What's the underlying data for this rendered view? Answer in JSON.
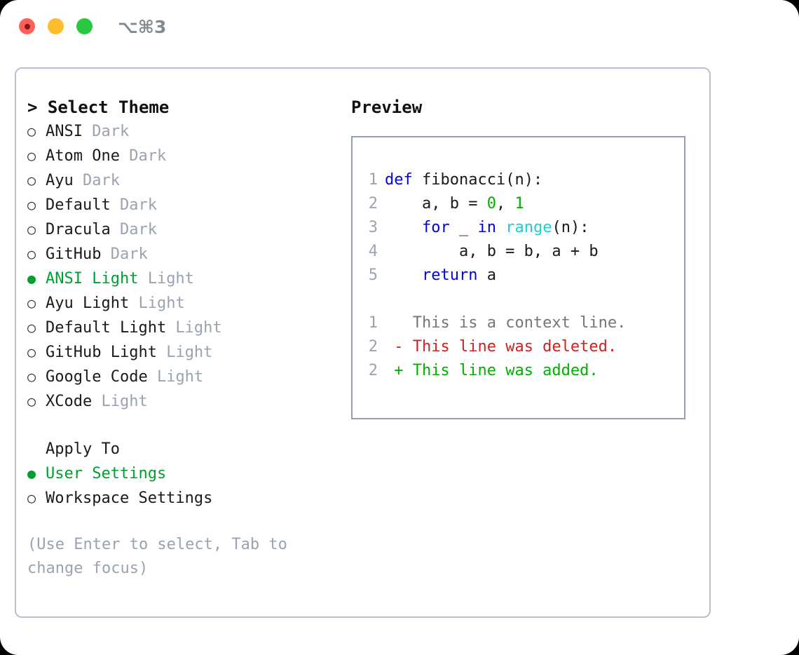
{
  "window": {
    "title": "⌥⌘3",
    "traffic_lights": [
      "close-red",
      "minimize-yellow",
      "maximize-green"
    ]
  },
  "theme_picker": {
    "heading": "> Select Theme",
    "themes": [
      {
        "label": "ANSI",
        "badge": "Dark",
        "selected": false
      },
      {
        "label": "Atom One",
        "badge": "Dark",
        "selected": false
      },
      {
        "label": "Ayu",
        "badge": "Dark",
        "selected": false
      },
      {
        "label": "Default",
        "badge": "Dark",
        "selected": false
      },
      {
        "label": "Dracula",
        "badge": "Dark",
        "selected": false
      },
      {
        "label": "GitHub",
        "badge": "Dark",
        "selected": false
      },
      {
        "label": "ANSI Light",
        "badge": "Light",
        "selected": true
      },
      {
        "label": "Ayu Light",
        "badge": "Light",
        "selected": false
      },
      {
        "label": "Default Light",
        "badge": "Light",
        "selected": false
      },
      {
        "label": "GitHub Light",
        "badge": "Light",
        "selected": false
      },
      {
        "label": "Google Code",
        "badge": "Light",
        "selected": false
      },
      {
        "label": "XCode",
        "badge": "Light",
        "selected": false
      }
    ],
    "bullet_on": "●",
    "bullet_off": "○"
  },
  "apply_to": {
    "label": "Apply To",
    "options": [
      {
        "label": "User Settings",
        "selected": true
      },
      {
        "label": "Workspace Settings",
        "selected": false
      }
    ]
  },
  "hint": "(Use Enter to select, Tab to change focus)",
  "preview": {
    "title": "Preview",
    "code_lines": [
      {
        "no": "1",
        "segments": [
          {
            "t": "def",
            "c": "kw"
          },
          {
            "t": " fibonacci(n):",
            "c": ""
          }
        ]
      },
      {
        "no": "2",
        "segments": [
          {
            "t": "    a, b = ",
            "c": ""
          },
          {
            "t": "0",
            "c": "num"
          },
          {
            "t": ", ",
            "c": ""
          },
          {
            "t": "1",
            "c": "num"
          }
        ]
      },
      {
        "no": "3",
        "segments": [
          {
            "t": "    ",
            "c": ""
          },
          {
            "t": "for",
            "c": "kw"
          },
          {
            "t": " _ ",
            "c": ""
          },
          {
            "t": "in",
            "c": "kw"
          },
          {
            "t": " ",
            "c": ""
          },
          {
            "t": "range",
            "c": "fn"
          },
          {
            "t": "(n):",
            "c": ""
          }
        ]
      },
      {
        "no": "4",
        "segments": [
          {
            "t": "        a, b = b, a + b",
            "c": ""
          }
        ]
      },
      {
        "no": "5",
        "segments": [
          {
            "t": "    ",
            "c": ""
          },
          {
            "t": "return",
            "c": "kw"
          },
          {
            "t": " a",
            "c": ""
          }
        ]
      }
    ],
    "diff_lines": [
      {
        "no": "1",
        "marker": "  ",
        "text": "This is a context line.",
        "kind": "ctx"
      },
      {
        "no": "2",
        "marker": "- ",
        "text": "This line was deleted.",
        "kind": "del"
      },
      {
        "no": "2",
        "marker": "+ ",
        "text": "This line was added.",
        "kind": "add"
      }
    ]
  },
  "colors": {
    "accent_green": "#00a030",
    "muted_gray": "#9aa3af",
    "keyword_blue": "#0000ee",
    "number_green": "#00b000",
    "function_cyan": "#1ad0d0",
    "diff_red": "#cc2222",
    "diff_green": "#00b000",
    "panel_border": "#b9c1cc",
    "code_border": "#94a0b0",
    "light_red": "#ff6058",
    "light_yellow": "#ffbd2e",
    "light_green": "#28c840"
  }
}
